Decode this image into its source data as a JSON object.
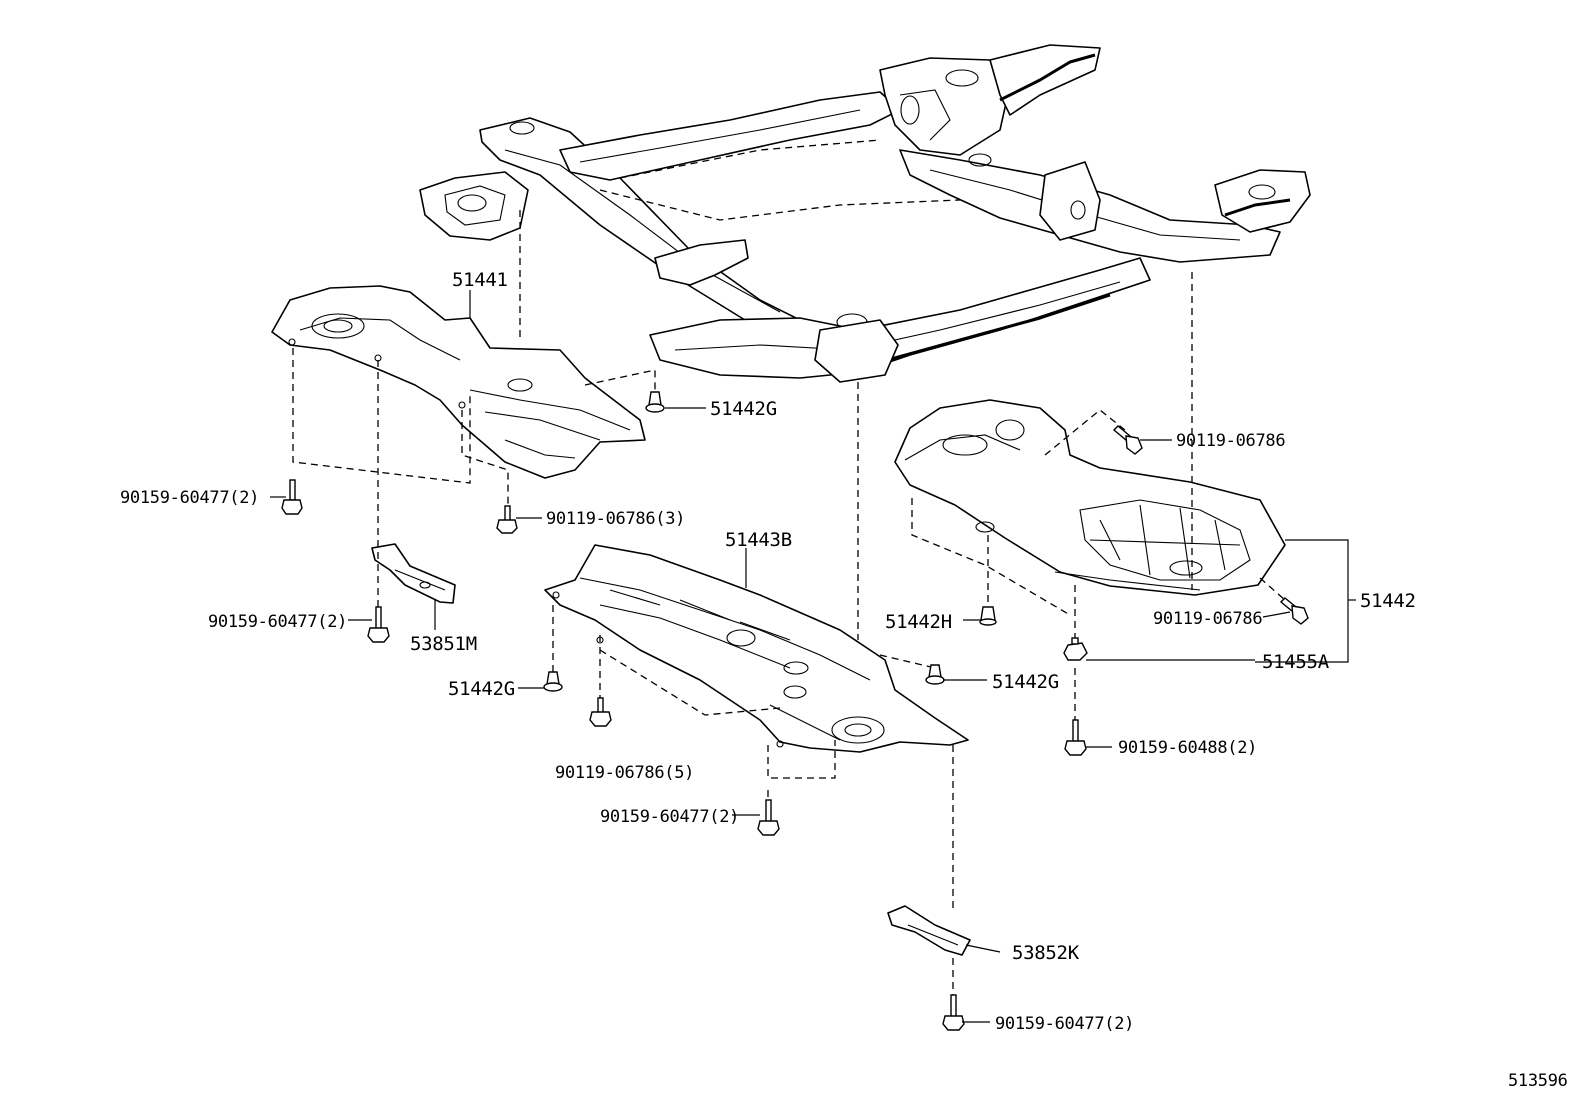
{
  "diagram": {
    "callouts": {
      "c51441": "51441",
      "c51442g_top": "51442G",
      "c90119_06786_top": "90119-06786",
      "c90159_60477_left": "90159-60477(2)",
      "c90119_06786_3": "90119-06786(3)",
      "c51443b": "51443B",
      "c51442": "51442",
      "c90159_60477_bracket": "90159-60477(2)",
      "c53851m": "53851M",
      "c51442h": "51442H",
      "c90119_06786_right": "90119-06786",
      "c51455a": "51455A",
      "c51442g_left": "51442G",
      "c51442g_mid": "51442G",
      "c90119_06786_5": "90119-06786(5)",
      "c90159_60488": "90159-60488(2)",
      "c90159_60477_center": "90159-60477(2)",
      "c53852k": "53852K",
      "c90159_60477_bottom": "90159-60477(2)"
    },
    "figure_number": "513596"
  }
}
